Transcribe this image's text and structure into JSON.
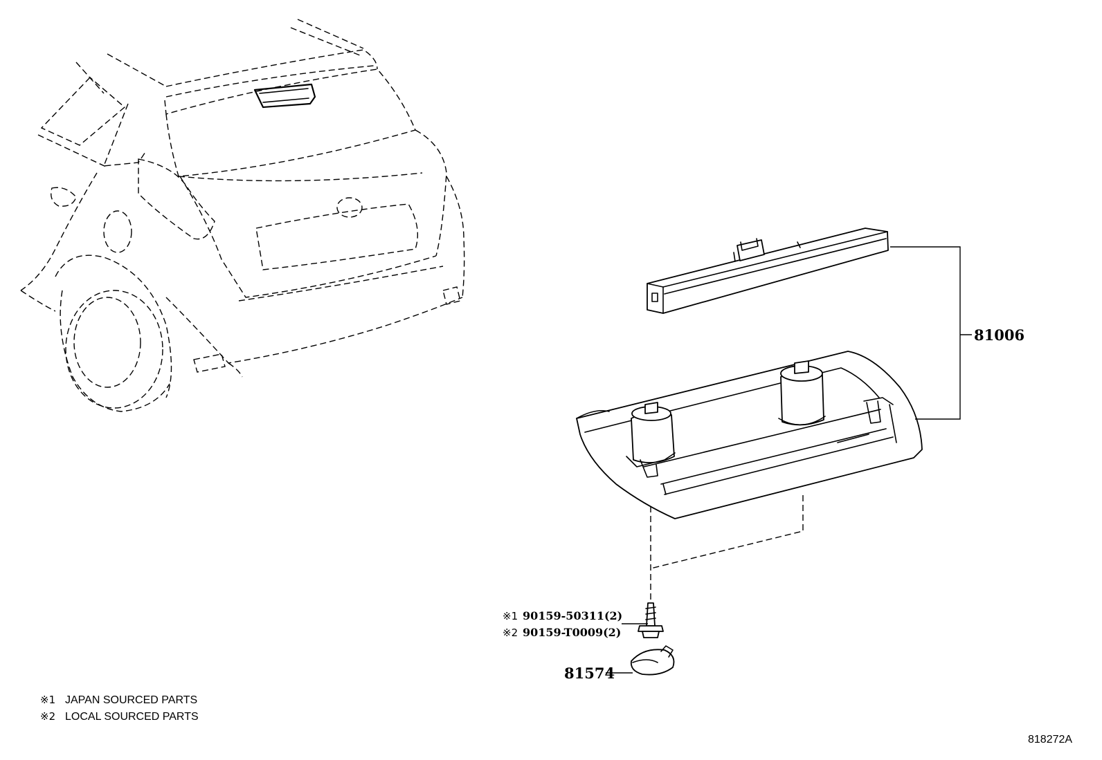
{
  "diagram": {
    "parts": {
      "light_assy": {
        "number": "81006"
      },
      "screw": {
        "lines": [
          {
            "mark": "※1",
            "number": "90159-50311(2)"
          },
          {
            "mark": "※2",
            "number": "90159-T0009(2)"
          }
        ]
      },
      "cap": {
        "number": "81574"
      }
    },
    "notes": [
      {
        "mark": "※1",
        "text": "JAPAN SOURCED PARTS"
      },
      {
        "mark": "※2",
        "text": "LOCAL SOURCED PARTS"
      }
    ],
    "illustration_code": "818272A"
  }
}
